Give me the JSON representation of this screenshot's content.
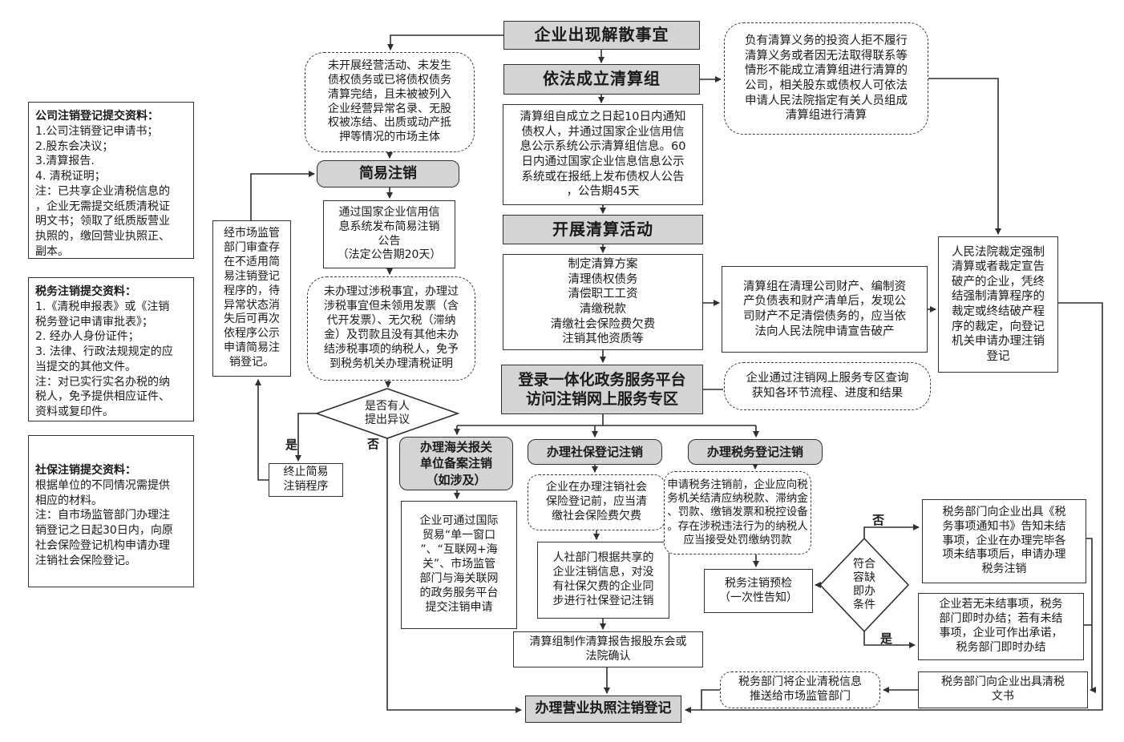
{
  "colors": {
    "box_fill_gray": "#d4d4d4",
    "border": "#2f2f2f",
    "background": "#ffffff"
  },
  "nodes": {
    "dissolution": "企业出现解散事宜",
    "form_liquidation_group": "依法成立清算组",
    "court_appointed_note": "负有清算义务的投资人拒不履行\n清算义务或者因无法取得联系等\n情形不能成立清算组进行清算的\n公司，相关股东或债权人可依法\n申请人民法院指定有关人员组成\n清算组进行清算",
    "notify_creditors": "清算组自成立之日起10日内通知\n债权人，并通过国家企业信用信\n息公示系统公示清算组信息。60\n日内通过国家企业信息信息公示\n系统或在报纸上发布债权人公告\n，公告期45天",
    "carry_out_liquidation": "开展清算活动",
    "liquidation_tasks": "制定清算方案\n清理债权债务\n清偿职工工资\n清缴税款\n清缴社会保险费欠费\n注销其他资质等",
    "login_platform": "登录一体化政务服务平台\n访问注销网上服务专区",
    "bankruptcy_note": "清算组在清理公司财产、编制资\n产负债表和财产清单后，发现公\n司财产不足清偿债务的，应当依\n法向人民法院申请宣告破产",
    "court_ruling_note": "人民法院裁定强制\n清算或者裁定宣告\n破产的企业，凭终\n结强制清算程序的\n裁定或终结破产程\n序的裁定，向登记\n机关申请办理注销\n登记",
    "progress_query_note": "企业通过注销网上服务专区查询\n获知各环节流程、进度和结果",
    "simple_eligibility_note": "未开展经营活动、未发生\n债权债务或已将债权债务\n清算完结，且未被被列入\n企业经营异常名录、无股\n权被冻结、出质或动产抵\n押等情况的市场主体",
    "simple_cancellation": "简易注销",
    "simple_announcement": "通过国家企业信用信\n息系统发布简易注销\n公告\n（法定公告期20天）",
    "not_applicable_note": "经市场监管\n部门审查存\n在不适用简\n易注销登记\n程序的，待\n异常状态消\n失后可再次\n依程序公示\n申请简易注\n销登记。",
    "tax_exempt_note": "未办理过涉税事宜，办理过\n涉税事宜但未领用发票（含\n代开发票）、无欠税（滞纳\n金）及罚款且没有其他未办\n结涉税事项的纳税人，免予\n到税务机关办理清税证明",
    "objection_diamond": "是否有人\n提出异议",
    "terminate_simple": "终止简易\n注销程序",
    "customs_cancellation": "办理海关报关\n单位备案注销\n（如涉及）",
    "social_cancellation": "办理社保登记注销",
    "tax_cancellation": "办理税务登记注销",
    "customs_channels": "企业可通过国际\n贸易“单一窗口\n”、“互联网+海\n关”、市场监管\n部门与海关联网\n的政务服务平台\n提交注销申请",
    "social_clear_note": "企业在办理注销社会\n保险登记前，应当清\n缴社会保险费欠费",
    "social_sync": "人社部门根据共享的\n企业注销信息，对没\n有社保欠费的企业同\n步进行社保登记注销",
    "tax_clear_note": "申请税务注销前，企业应向税\n务机关结清应纳税款、滞纳金\n、罚款、缴销发票和税控设备\n。存在涉税违法行为的纳税人\n应当接受处罚缴纳罚款",
    "tax_precheck": "税务注销预检\n（一次性告知）",
    "tolerance_diamond": "符合\n容缺\n即办\n条件",
    "tax_notice": "税务部门向企业出具《税\n务事项通知书》告知未结\n事项，企业在办理完毕各\n项未结事项后，申请办理\n税务注销",
    "tax_instant": "企业若无未结事项，税务\n部门即时办结；若有未结\n事项，企业可作出承诺，\n税务部门即时办结",
    "tax_document": "税务部门向企业出具清税\n文书",
    "tax_push_note": "税务部门将企业清税信息\n推送给市场监管部门",
    "liquidation_report": "清算组制作清算报告报股东会或\n法院确认",
    "business_license_cancellation": "办理营业执照注销登记"
  },
  "panels": {
    "company": {
      "title": "公司注销登记提交资料：",
      "body": "1.公司注销登记申请书；\n2.股东会决议；\n3.清算报告.\n4. 清税证明；\n注：已共享企业清税信息的\n，企业无需提交纸质清税证\n明文书；领取了纸质版营业\n执照的，缴回营业执照正、\n副本。"
    },
    "tax": {
      "title": "税务注销提交资料：",
      "body": "1.《清税申报表》或《注销\n税务登记申请审批表》；\n2. 经办人身份证件；\n3. 法律、行政法规规定的应\n当提交的其他文件。\n注：对已实行实名办税的纳\n税人，免予提供相应证件、\n资料或复印件。"
    },
    "social": {
      "title": "社保注销提交资料：",
      "body": "根据单位的不同情况需提供\n相应的材料。\n注：自市场监管部门办理注\n销登记之日起30日内，向原\n社会保险登记机构申请办理\n注销社会保险登记。"
    }
  },
  "labels": {
    "yes_simple": "是",
    "no_simple": "否",
    "no_tolerance": "否",
    "yes_tolerance": "是"
  }
}
